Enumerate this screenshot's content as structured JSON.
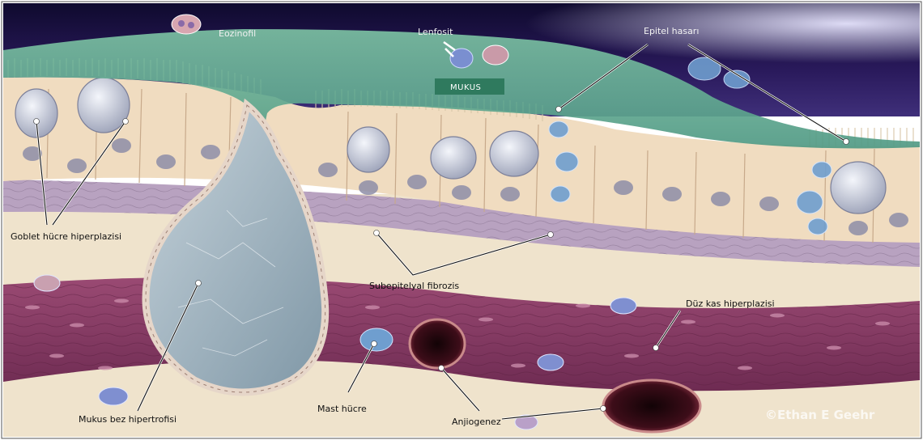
{
  "labels": {
    "eozinofil": "Eozinofil",
    "lenfosit": "Lenfosit",
    "epitel_hasari": "Epitel hasarı",
    "mukus": "MUKUS",
    "goblet": "Goblet hücre hiperplazisi",
    "subepitelyal": "Subepitelyal fibrozis",
    "duz_kas": "Düz kas hiperplazisi",
    "mukus_bez": "Mukus bez hipertrofisi",
    "mast": "Mast hücre",
    "anjiogenez": "Anjiogenez"
  },
  "copyright": "©Ethan E Geehr",
  "colors": {
    "lumen": "#1b1240",
    "mucus": "#5fa58c",
    "epithelium": "#f0dcc0",
    "basement": "#b8a2c0",
    "submucosa": "#efe3cc",
    "muscle": "#8a3f66",
    "nucleus": "#8e8ea8",
    "vessel": "#2a0b12",
    "gland": "#9fb2bf"
  }
}
